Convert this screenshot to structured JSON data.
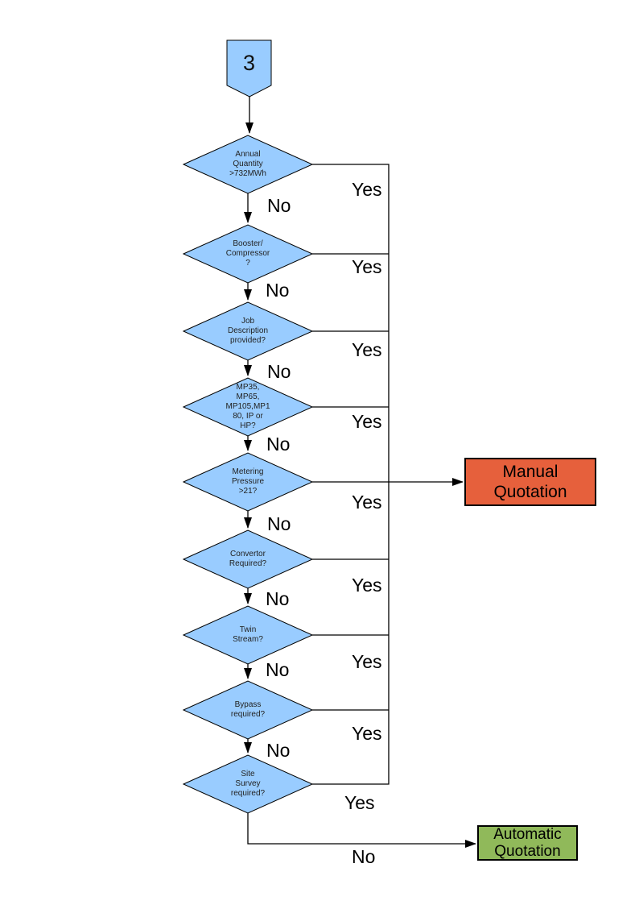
{
  "colors": {
    "shape_fill_blue": "#99CCFF",
    "shape_border": "#000000",
    "manual_fill": "#E6603C",
    "automatic_fill": "#90B95A",
    "line_color": "#000000",
    "text_color": "#111111"
  },
  "connector": {
    "label": "3"
  },
  "decisions": [
    {
      "name": "annual-quantity",
      "label": "Annual\nQuantity\n>732MWh"
    },
    {
      "name": "booster-compressor",
      "label": "Booster/\nCompressor\n?"
    },
    {
      "name": "job-description",
      "label": "Job\nDescription\nprovided?"
    },
    {
      "name": "mp-pressure-tier",
      "label": "MP35,\nMP65,\nMP105,MP1\n80, IP or\nHP?"
    },
    {
      "name": "metering-pressure",
      "label": "Metering\nPressure\n>21?"
    },
    {
      "name": "convertor-required",
      "label": "Convertor\nRequired?"
    },
    {
      "name": "twin-stream",
      "label": "Twin\nStream?"
    },
    {
      "name": "bypass-required",
      "label": "Bypass\nrequired?"
    },
    {
      "name": "site-survey",
      "label": "Site\nSurvey\nrequired?"
    }
  ],
  "branch_labels": {
    "yes": "Yes",
    "no": "No"
  },
  "outcomes": {
    "manual": {
      "label": "Manual\nQuotation"
    },
    "automatic": {
      "label": "Automatic\nQuotation"
    }
  }
}
